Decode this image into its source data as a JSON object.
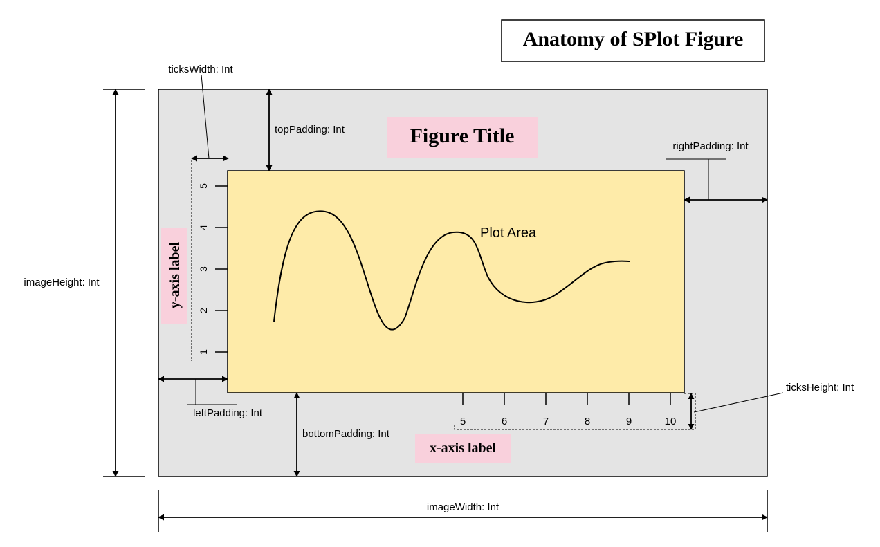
{
  "heading": "Anatomy of SPlot Figure",
  "figure": {
    "title": "Figure Title",
    "plot_area": "Plot Area",
    "x_axis_label": "x-axis label",
    "y_axis_label": "y-axis label",
    "x_ticks": [
      "5",
      "6",
      "7",
      "8",
      "9",
      "10"
    ],
    "y_ticks": [
      "1",
      "2",
      "3",
      "4",
      "5"
    ]
  },
  "labels": {
    "ticks_width": "ticksWidth: Int",
    "top_padding": "topPadding: Int",
    "right_padding": "rightPadding: Int",
    "left_padding": "leftPadding: Int",
    "bottom_padding": "bottomPadding: Int",
    "ticks_height": "ticksHeight: Int",
    "image_height": "imageHeight: Int",
    "image_width": "imageWidth: Int"
  },
  "colors": {
    "figure_background": "#e4e4e4",
    "plot_area_fill": "#feeba9",
    "label_highlight": "#f9d0dc",
    "stroke": "#000000"
  }
}
